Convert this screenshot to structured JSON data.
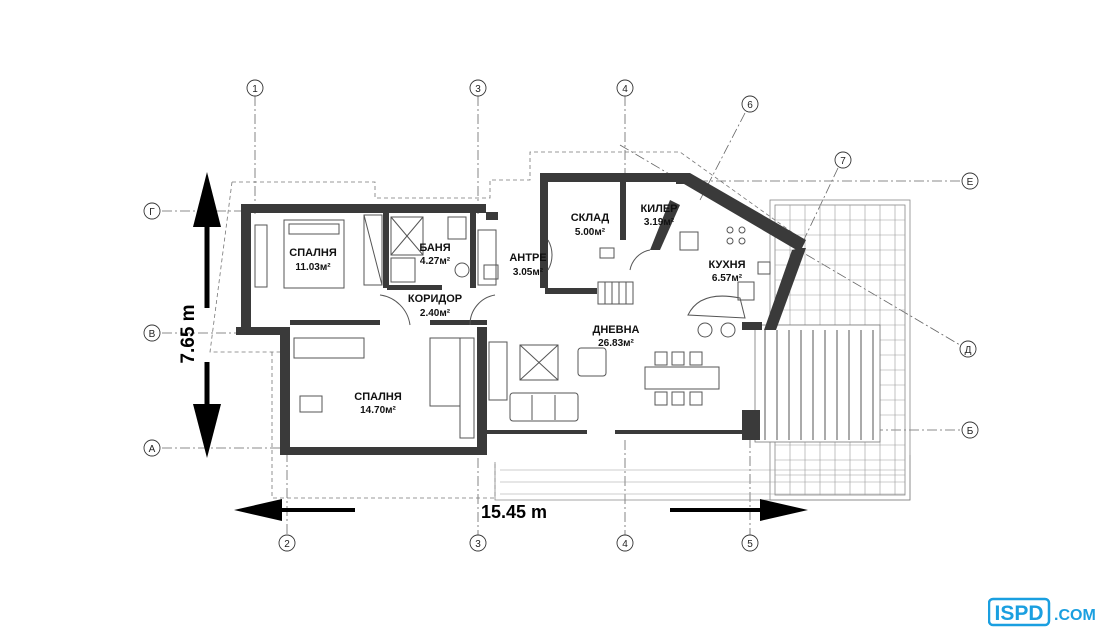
{
  "rooms": [
    {
      "id": "bedroom1",
      "name": "СПАЛНЯ",
      "area": "11.03м²"
    },
    {
      "id": "bath",
      "name": "БАНЯ",
      "area": "4.27м²"
    },
    {
      "id": "corridor",
      "name": "КОРИДОР",
      "area": "2.40м²"
    },
    {
      "id": "hall",
      "name": "АНТРЕ",
      "area": "3.05м²"
    },
    {
      "id": "storage",
      "name": "СКЛАД",
      "area": "5.00м²"
    },
    {
      "id": "pantry",
      "name": "КИЛЕР",
      "area": "3.19м²"
    },
    {
      "id": "kitchen",
      "name": "КУХНЯ",
      "area": "6.57м²"
    },
    {
      "id": "living",
      "name": "ДНЕВНА",
      "area": "26.83м²"
    },
    {
      "id": "bedroom2",
      "name": "СПАЛНЯ",
      "area": "14.70м²"
    }
  ],
  "dimensions": {
    "width": "15.45 m",
    "depth": "7.65 m"
  },
  "grid_labels": {
    "top": [
      "1",
      "3",
      "4",
      "6",
      "7"
    ],
    "bottom": [
      "2",
      "3",
      "4",
      "5"
    ],
    "left": [
      "Г",
      "В",
      "А"
    ],
    "right": [
      "Е",
      "Д",
      "Б"
    ]
  },
  "logo": {
    "text": "ISPD",
    "suffix": ".COM",
    "color": "#1a9fe0"
  }
}
